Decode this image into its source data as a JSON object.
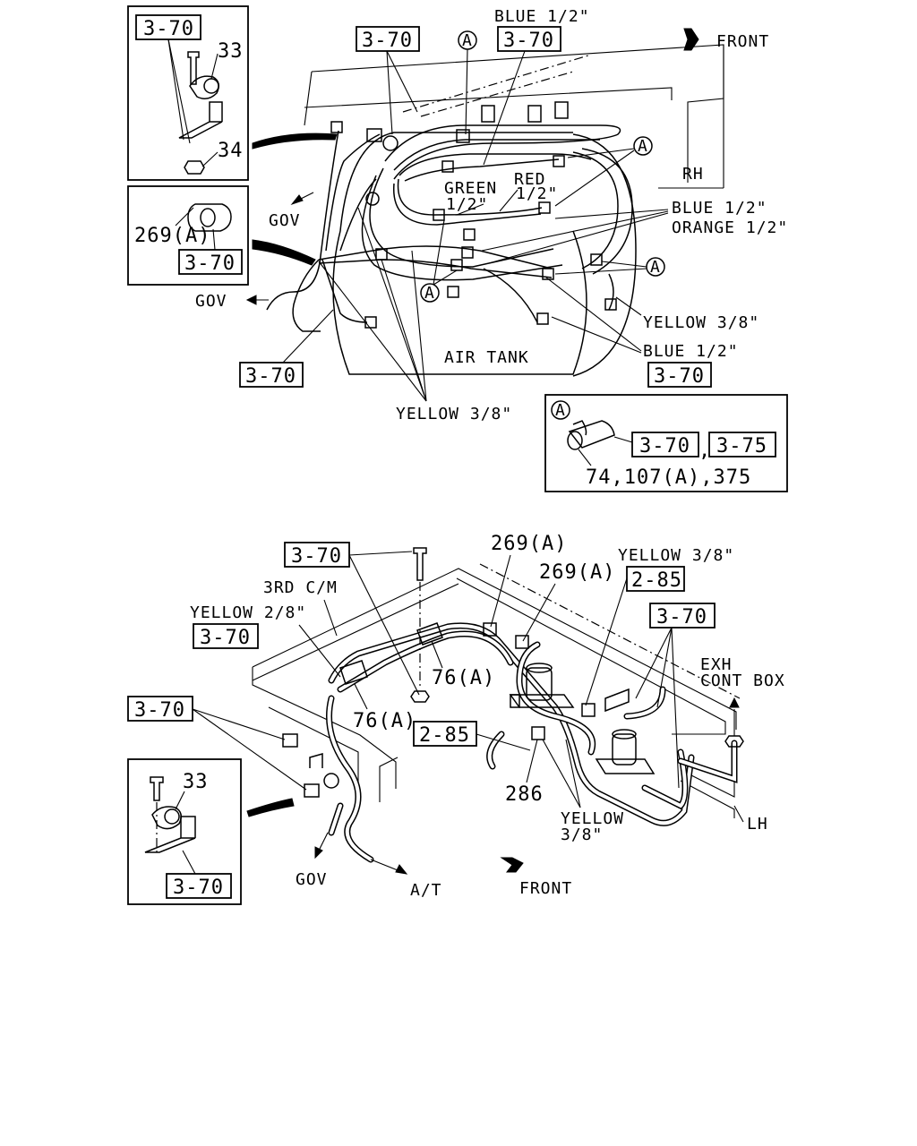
{
  "top": {
    "front_label": "FRONT",
    "rh_label": "RH",
    "air_tank_label": "AIR TANK",
    "gov_label_1": "GOV",
    "gov_label_2": "GOV",
    "blue_half_top": "BLUE 1/2\"",
    "green_half": "GREEN",
    "green_size": "1/2\"",
    "red_label": "RED",
    "red_size": "1/2\"",
    "blue_half_right": "BLUE 1/2\"",
    "orange_half": "ORANGE 1/2\"",
    "yellow_38_right": "YELLOW 3/8\"",
    "blue_half_lower": "BLUE 1/2\"",
    "yellow_38_bottom": "YELLOW 3/8\"",
    "ref_top_center": "3-70",
    "ref_top_mid": "3-70",
    "ref_lower_left": "3-70",
    "ref_lower_right": "3-70",
    "callout_a": "A",
    "inset1": {
      "ref": "3-70",
      "part_33": "33",
      "part_34": "34"
    },
    "inset2": {
      "part": "269(A)",
      "ref": "3-70"
    },
    "inset3": {
      "marker": "A",
      "ref1": "3-70",
      "sep": ",",
      "ref2": "3-75",
      "parts": "74,107(A),375"
    }
  },
  "bottom": {
    "ref_top_left": "3-70",
    "third_cm": "3RD C/M",
    "yellow_28": "YELLOW 2/8\"",
    "ref_yellow_28": "3-70",
    "ref_left": "3-70",
    "part_269a_1": "269(A)",
    "part_269a_2": "269(A)",
    "yellow_38_top": "YELLOW 3/8\"",
    "ref_285_top": "2-85",
    "ref_370_right": "3-70",
    "exh_1": "EXH",
    "exh_2": "CONT BOX",
    "part_76a_1": "76(A)",
    "part_76a_2": "76(A)",
    "ref_285_mid": "2-85",
    "part_286": "286",
    "yellow_1": "YELLOW",
    "yellow_2": "3/8\"",
    "lh_label": "LH",
    "gov_label": "GOV",
    "at_label": "A/T",
    "front_label": "FRONT",
    "inset": {
      "part_33": "33",
      "ref": "3-70"
    }
  }
}
